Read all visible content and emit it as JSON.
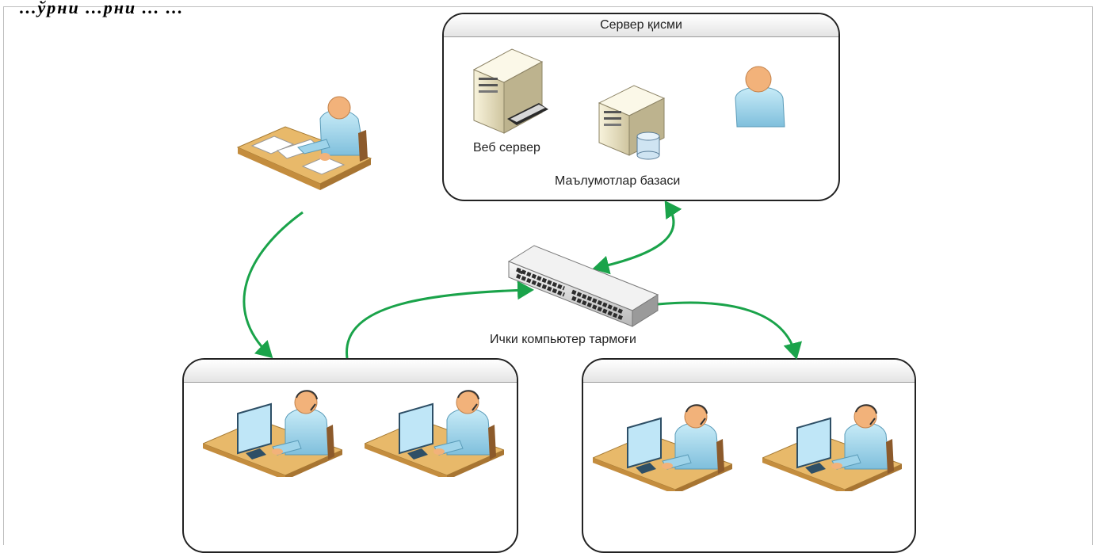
{
  "page": {
    "heading_fragment": "...ўрни ...рни ... ..."
  },
  "panels": {
    "server": {
      "title": "Сервер қисми"
    },
    "operators_left": {
      "title": ""
    },
    "operators_right": {
      "title": ""
    }
  },
  "labels": {
    "web_server": "Веб сервер",
    "database": "Маълумотлар базаси",
    "network": "Ички компьютер тармоғи"
  },
  "colors": {
    "arrow": "#1aa34a",
    "skin": "#f2b27a",
    "shirt": "#9fd4ea",
    "desk": "#e8b96a",
    "server_body": "#eee6c8"
  },
  "icons": [
    "person-at-desk-icon",
    "web-server-icon",
    "database-server-icon",
    "admin-person-icon",
    "network-switch-icon",
    "operator-workstation-icon"
  ]
}
